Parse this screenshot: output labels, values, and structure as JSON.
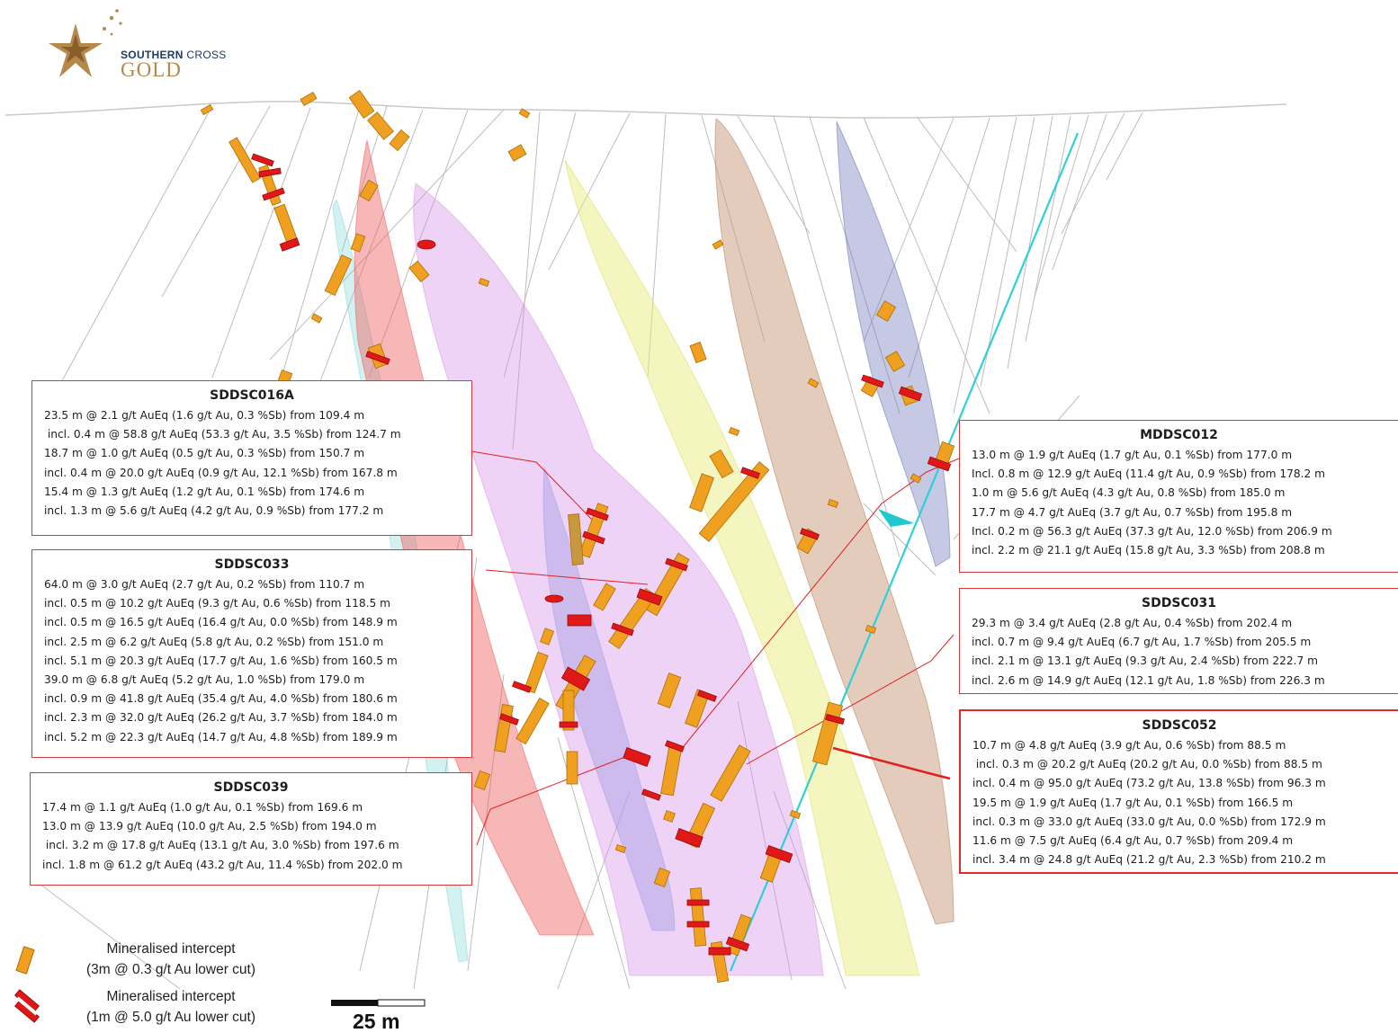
{
  "logo": {
    "line1_bold": "SOUTHERN",
    "line1_rest": " CROSS",
    "line2": "GOLD",
    "icon": "southern-cross-star-icon",
    "colors": {
      "navy": "#1f3a64",
      "gold": "#b6884a"
    }
  },
  "intercept_boxes": [
    {
      "title": "SDDSC016A",
      "lines": [
        "23.5 m @ 2.1 g/t AuEq (1.6 g/t Au, 0.3 %Sb) from 109.4 m",
        " incl. 0.4 m @ 58.8 g/t AuEq (53.3 g/t Au, 3.5 %Sb) from 124.7 m",
        "18.7 m @ 1.0 g/t AuEq (0.5 g/t Au, 0.3 %Sb) from 150.7 m",
        "incl. 0.4 m @ 20.0 g/t AuEq (0.9 g/t Au, 12.1 %Sb) from 167.8 m",
        "15.4 m @ 1.3 g/t AuEq (1.2 g/t Au, 0.1 %Sb) from 174.6 m",
        "incl. 1.3 m @ 5.6 g/t AuEq (4.2 g/t Au, 0.9 %Sb) from 177.2 m"
      ]
    },
    {
      "title": "SDDSC033",
      "lines": [
        "64.0 m @ 3.0 g/t AuEq (2.7 g/t Au, 0.2 %Sb) from 110.7 m",
        "incl. 0.5 m @ 10.2 g/t AuEq (9.3 g/t Au, 0.6 %Sb) from 118.5 m",
        "incl. 0.5 m @ 16.5 g/t AuEq (16.4 g/t Au, 0.0 %Sb) from 148.9 m",
        "incl. 2.5 m @ 6.2 g/t AuEq (5.8 g/t Au, 0.2 %Sb) from 151.0 m",
        "incl. 5.1 m @ 20.3 g/t AuEq (17.7 g/t Au, 1.6 %Sb) from 160.5 m",
        "39.0 m @ 6.8 g/t AuEq (5.2 g/t Au, 1.0 %Sb) from 179.0 m",
        "incl. 0.9 m @ 41.8 g/t AuEq (35.4 g/t Au, 4.0 %Sb) from 180.6 m",
        "incl. 2.3 m @ 32.0 g/t AuEq (26.2 g/t Au, 3.7 %Sb) from 184.0 m",
        "incl. 5.2 m @ 22.3 g/t AuEq (14.7 g/t Au, 4.8 %Sb) from 189.9 m"
      ]
    },
    {
      "title": "SDDSC039",
      "lines": [
        "17.4 m @ 1.1 g/t AuEq (1.0 g/t Au, 0.1 %Sb) from 169.6 m",
        "13.0 m @ 13.9 g/t AuEq (10.0 g/t Au, 2.5 %Sb) from 194.0 m",
        " incl. 3.2 m @ 17.8 g/t AuEq (13.1 g/t Au, 3.0 %Sb) from 197.6 m",
        "incl. 1.8 m @ 61.2 g/t AuEq (43.2 g/t Au, 11.4 %Sb) from 202.0 m"
      ]
    },
    {
      "title": "MDDSC012",
      "lines": [
        "13.0 m @ 1.9 g/t AuEq (1.7 g/t Au, 0.1 %Sb) from 177.0 m",
        "Incl. 0.8 m @ 12.9 g/t AuEq (11.4 g/t Au, 0.9 %Sb) from 178.2 m",
        "1.0 m @ 5.6 g/t AuEq (4.3 g/t Au, 0.8 %Sb) from 185.0 m",
        "17.7 m @ 4.7 g/t AuEq (3.7 g/t Au, 0.7 %Sb) from 195.8 m",
        "Incl. 0.2 m @ 56.3 g/t AuEq (37.3 g/t Au, 12.0 %Sb) from 206.9 m",
        "incl. 2.2 m @ 21.1 g/t AuEq (15.8 g/t Au, 3.3 %Sb) from 208.8 m"
      ]
    },
    {
      "title": "SDDSC031",
      "lines": [
        "29.3 m @ 3.4 g/t AuEq (2.8 g/t Au, 0.4 %Sb) from 202.4 m",
        "incl. 0.7 m @ 9.4 g/t AuEq (6.7 g/t Au, 1.7 %Sb) from 205.5 m",
        "incl. 2.1 m @ 13.1 g/t AuEq (9.3 g/t Au, 2.4 %Sb) from 222.7 m",
        "incl. 2.6 m @ 14.9 g/t AuEq (12.1 g/t Au, 1.8 %Sb) from 226.3 m"
      ]
    },
    {
      "title": "SDDSC052",
      "lines": [
        "10.7 m @ 4.8 g/t AuEq (3.9 g/t Au, 0.6 %Sb) from 88.5 m",
        " incl. 0.3 m @ 20.2 g/t AuEq (20.2 g/t Au, 0.0 %Sb) from 88.5 m",
        "incl. 0.4 m @ 95.0 g/t AuEq (73.2 g/t Au, 13.8 %Sb) from 96.3 m",
        "19.5 m @ 1.9 g/t AuEq (1.7 g/t Au, 0.1 %Sb) from 166.5 m",
        "incl. 0.3 m @ 33.0 g/t AuEq (33.0 g/t Au, 0.0 %Sb) from 172.9 m",
        "11.6 m @ 7.5 g/t AuEq (6.4 g/t Au, 0.7 %Sb) from 209.4 m",
        "incl. 3.4 m @ 24.8 g/t AuEq (21.2 g/t Au, 2.3 %Sb) from 210.2 m"
      ]
    }
  ],
  "legend": [
    {
      "line1": "Mineralised intercept",
      "line2": "(3m @ 0.3 g/t Au lower cut)",
      "icon": "orange-intercept-cylinder-icon",
      "color": "#f0a020"
    },
    {
      "line1": "Mineralised intercept",
      "line2": "(1m @ 5.0 g/t Au lower cut)",
      "icon": "red-intercept-disc-icon",
      "color": "#e01818"
    }
  ],
  "scale_bar": {
    "label": "25 m"
  },
  "colors": {
    "intercept_orange": "#f0a020",
    "intercept_red": "#e01818",
    "box_border": "#d8383a",
    "vein_red": "#f06060",
    "vein_pink": "#d890e8",
    "vein_yellow": "#ecec80",
    "vein_brown": "#c89a78",
    "vein_blue": "#6e78b8",
    "vein_cyan": "#80d8d8",
    "vein_lightblue": "#80a8e0",
    "drill_trace_cyan": "#2ed0d8"
  }
}
